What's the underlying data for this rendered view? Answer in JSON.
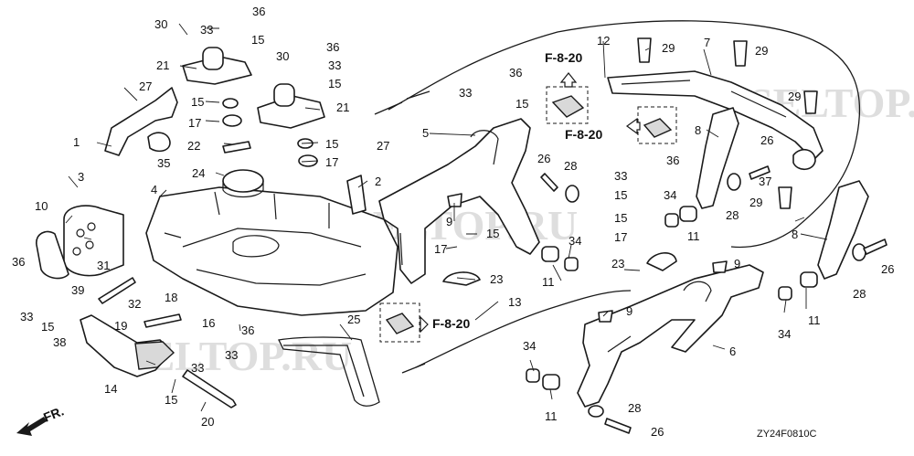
{
  "diagram": {
    "part_numbers": [
      "1",
      "2",
      "3",
      "4",
      "5",
      "6",
      "7",
      "8",
      "9",
      "10",
      "11",
      "12",
      "13",
      "14",
      "15",
      "16",
      "17",
      "18",
      "19",
      "20",
      "21",
      "22",
      "23",
      "24",
      "25",
      "26",
      "27",
      "28",
      "29",
      "30",
      "31",
      "32",
      "33",
      "34",
      "35",
      "36",
      "37",
      "38",
      "39"
    ],
    "references": [
      "F-8-20",
      "F-8-20",
      "F-8-20"
    ],
    "orientation_label": "FR.",
    "diagram_code": "ZY24F0810C",
    "watermarks": [
      "SELTOP.RU",
      "SELTOP.RU",
      "SELTOP.RU"
    ]
  }
}
